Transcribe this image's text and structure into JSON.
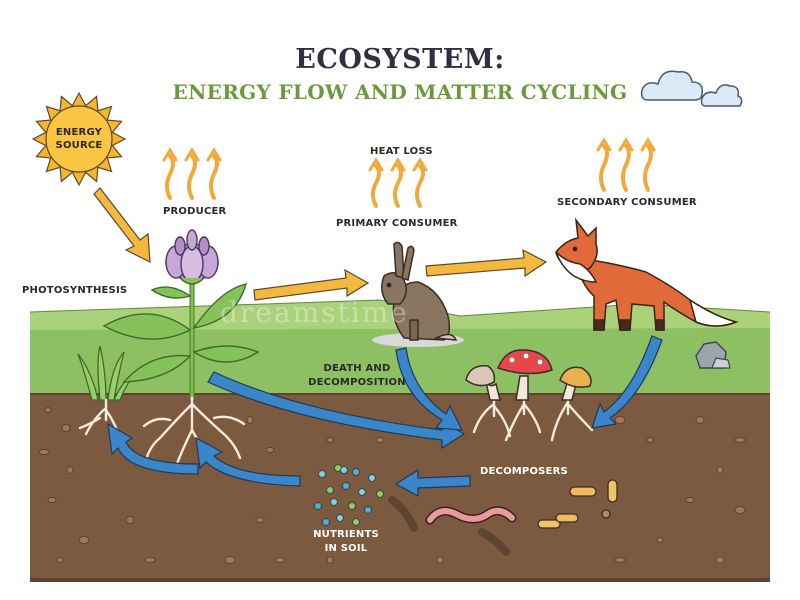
{
  "title": "ECOSYSTEM:",
  "subtitle": "ENERGY FLOW AND MATTER CYCLING",
  "watermark": "dreamstime",
  "colors": {
    "title": "#2f3140",
    "subtitle": "#6a9a3c",
    "sun": "#f7b52c",
    "arrow_energy": "#f4b740",
    "arrow_matter": "#3a86c8",
    "grass": "#8cc063",
    "soil": "#7b5a3f",
    "heat": "#f2a93b"
  },
  "labels": {
    "energy_source": [
      "ENERGY",
      "SOURCE"
    ],
    "producer": "PRODUCER",
    "photosynthesis": "PHOTOSYNTHESIS",
    "heat_loss": "HEAT LOSS",
    "primary_consumer": "PRIMARY CONSUMER",
    "secondary_consumer": "SECONDARY CONSUMER",
    "death_decomposition": [
      "DEATH AND",
      "DECOMPOSITION"
    ],
    "decomposers": "DECOMPOSERS",
    "nutrients": [
      "NUTRIENTS",
      "IN SOIL"
    ]
  },
  "icons": [
    "sun-icon",
    "cloud-icon",
    "flower-icon",
    "rabbit-icon",
    "fox-icon",
    "mushroom-icon",
    "worm-icon",
    "rock-icon",
    "bacteria-icon",
    "heat-wave-icon",
    "grass-tuft-icon"
  ]
}
